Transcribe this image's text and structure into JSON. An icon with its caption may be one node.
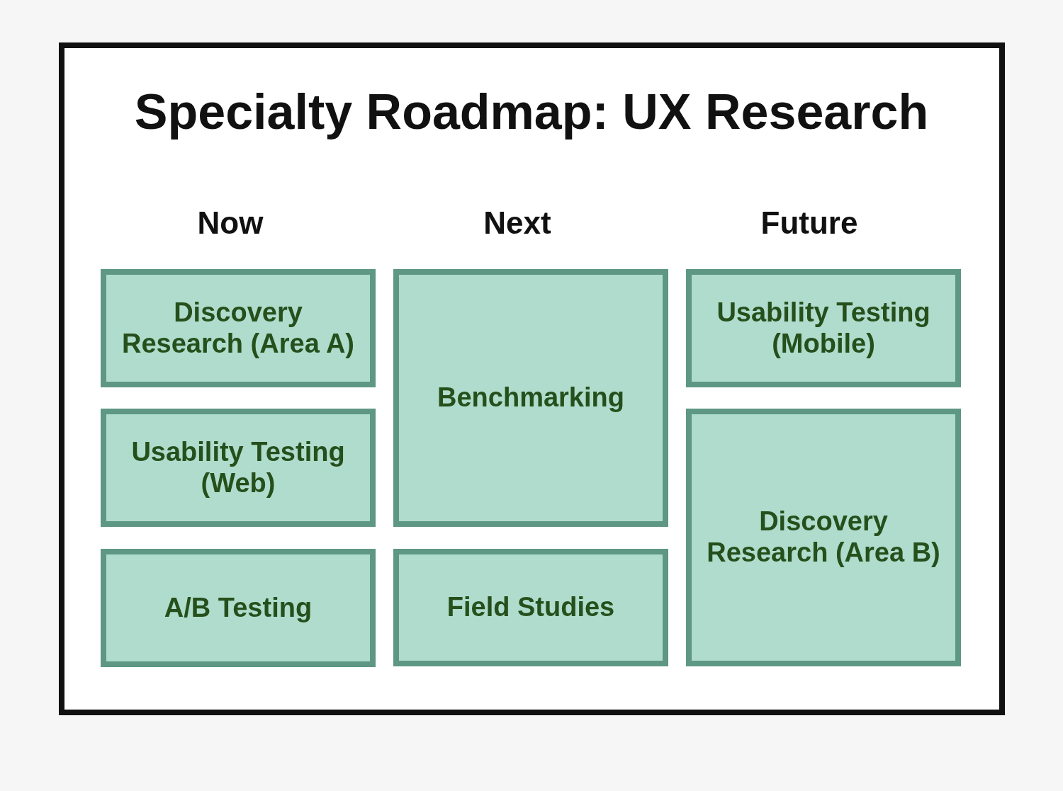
{
  "diagram": {
    "title": "Specialty Roadmap: UX Research",
    "nodes": [
      {
        "text": [
          "Discovery Research (Area A)"
        ]
      },
      {
        "text": [
          "Usability Testing (Web)"
        ]
      },
      {
        "text": [
          "A/B Testing"
        ]
      },
      {
        "text": [
          "Benchmarking"
        ]
      },
      {
        "text": [
          "Field Studies"
        ]
      },
      {
        "text": [
          "Usability Testing (Mobile)"
        ]
      },
      {
        "text": [
          "Discovery Research (Area B)"
        ]
      }
    ],
    "labels": [
      "Now",
      "Next",
      "Future"
    ]
  }
}
